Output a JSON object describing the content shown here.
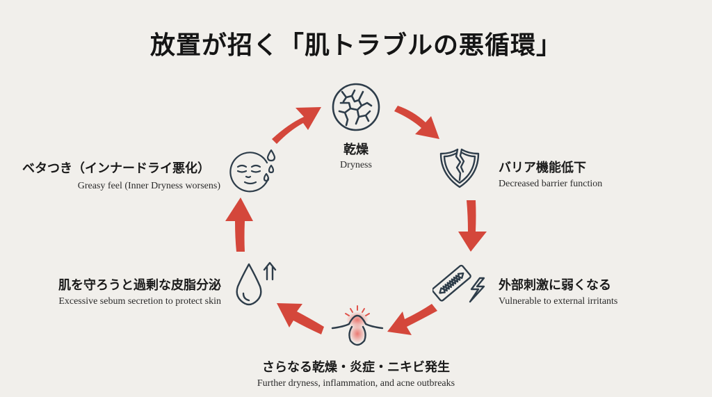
{
  "title": "放置が招く「肌トラブルの悪循環」",
  "colors": {
    "background": "#f1efeb",
    "arrow": "#d4473b",
    "icon_stroke": "#2e3d4a",
    "text": "#1a1a1a"
  },
  "cycle": [
    {
      "jp": "乾燥",
      "en": "Dryness",
      "icon": "cracked-skin-icon"
    },
    {
      "jp": "バリア機能低下",
      "en": "Decreased barrier function",
      "icon": "broken-shield-icon"
    },
    {
      "jp": "外部刺激に弱くなる",
      "en": "Vulnerable to external irritants",
      "icon": "razor-blade-icon"
    },
    {
      "jp": "さらなる乾燥・炎症・ニキビ発生",
      "en": "Further dryness, inflammation, and acne outbreaks",
      "icon": "acne-pimple-icon"
    },
    {
      "jp": "肌を守ろうと過剰な皮脂分泌",
      "en": "Excessive sebum secretion to protect skin",
      "icon": "oil-drop-up-icon"
    },
    {
      "jp": "ベタつき（インナードライ悪化）",
      "en": "Greasy feel (Inner Dryness worsens)",
      "icon": "sweaty-face-icon"
    }
  ]
}
